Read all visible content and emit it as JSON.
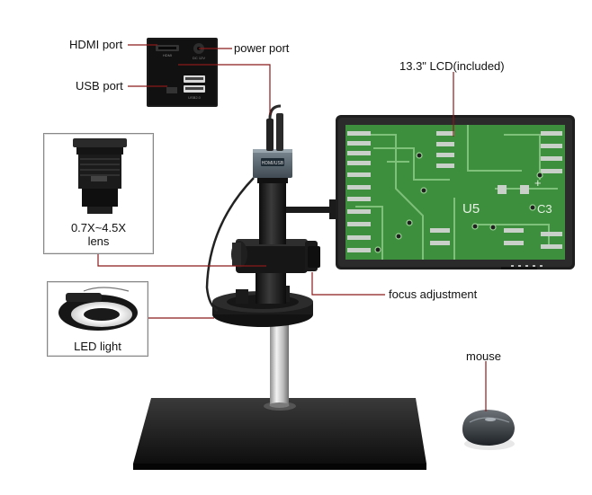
{
  "labels": {
    "hdmi_port": "HDMI port",
    "power_port": "power port",
    "usb_port": "USB port",
    "lcd": "13.3\" LCD(included)",
    "lens_line1": "0.7X~4.5X",
    "lens_line2": "lens",
    "focus_adjustment": "focus adjustment",
    "led_light": "LED light",
    "mouse": "mouse"
  },
  "panel_markings": {
    "hdmi": "HDMI",
    "dc": "DC 12V",
    "usb": "USB2.0"
  },
  "pcb_markings": {
    "u5": "U5",
    "c3": "C3",
    "plus": "+"
  },
  "camera_badge": "HDMI/USB",
  "colors": {
    "callout_line": "#8b1a1a",
    "pcb_green": "#3d8f3d",
    "pcb_trace": "#7fc07a",
    "pad_silver": "#c9cfc9",
    "body_black": "#1c1c1c",
    "monitor_frame": "#222222"
  }
}
